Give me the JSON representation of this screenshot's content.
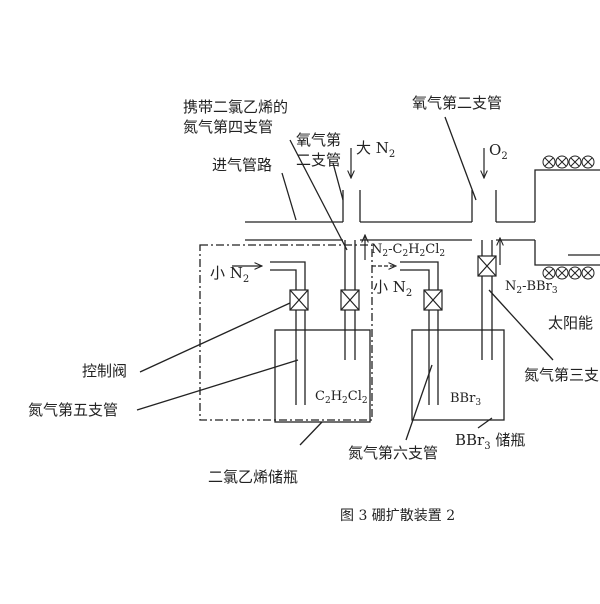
{
  "labels": {
    "carrier_line1": "携带二氯乙烯的",
    "carrier_line2": "氮气第四支管",
    "oxygen_branch1_line1": "氧气第",
    "oxygen_branch1_line2": "二支管",
    "big_n2_text": "大 N",
    "big_n2_sub": "2",
    "oxygen_branch2": "氧气第二支管",
    "o2_text": "O",
    "o2_sub": "2",
    "inlet_pipe": "进气管路",
    "small_n2_left_text": "小 N",
    "small_n2_left_sub": "2",
    "mix_n2": "N",
    "mix_n2_sub": "2",
    "mix_c2h2cl2_a": "-C",
    "mix_c2h2cl2_sub2": "2",
    "mix_c2h2cl2_b": "H",
    "mix_c2h2cl2_sub2b": "2",
    "mix_c2h2cl2_c": "Cl",
    "mix_c2h2cl2_sub2c": "2",
    "small_n2_mid_text": "小 N",
    "small_n2_mid_sub": "2",
    "mix_bbr3_a": "N",
    "mix_bbr3_sub": "2",
    "mix_bbr3_b": "-BBr",
    "mix_bbr3_sub3": "3",
    "solar": "太阳能",
    "valve": "控制阀",
    "nitrogen_branch3": "氮气第三支",
    "c2h2cl2_a": "C",
    "c2h2cl2_s1": "2",
    "c2h2cl2_b": "H",
    "c2h2cl2_s2": "2",
    "c2h2cl2_c": "Cl",
    "c2h2cl2_s3": "2",
    "bbr3_a": "BBr",
    "bbr3_s": "3",
    "nitrogen_branch5": "氮气第五支管",
    "bbr3_bottle_a": "BBr",
    "bbr3_bottle_s": "3",
    "bbr3_bottle_b": " 储瓶",
    "nitrogen_branch6": "氮气第六支管",
    "dce_bottle": "二氯乙烯储瓶",
    "caption": "图 3   硼扩散装置 2"
  }
}
